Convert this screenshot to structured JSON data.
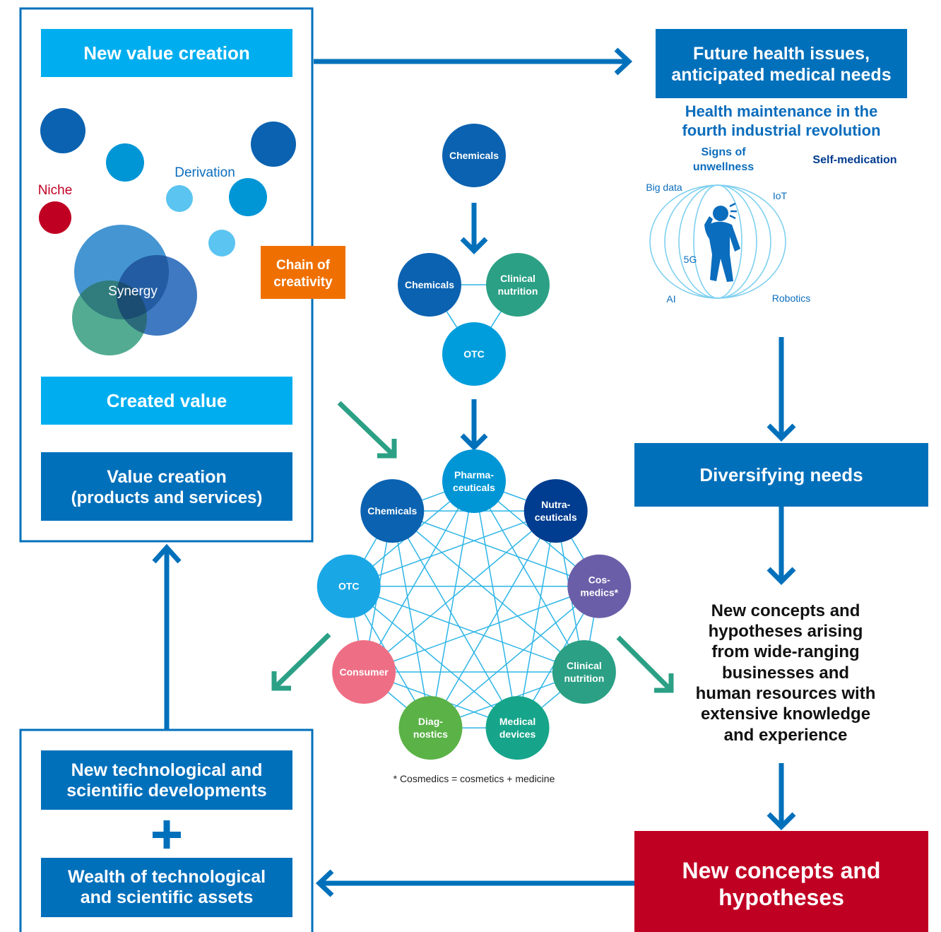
{
  "colors": {
    "blue": "#0070bb",
    "light_blue": "#00aeef",
    "mid_blue": "#009ddc",
    "dark_blue": "#0062b0",
    "red": "#c00023",
    "orange": "#ef7000",
    "teal": "#2ba085",
    "navy": "#003c8f",
    "purple": "#6a5ea8",
    "pink": "#ee6f85",
    "green": "#5bb247",
    "line_blue": "#2eb5e6",
    "text_blue": "#0b6dbd"
  },
  "left_panel": {
    "new_value_creation": "New value creation",
    "niche": "Niche",
    "derivation": "Derivation",
    "synergy": "Synergy",
    "chain_of_creativity": [
      "Chain of",
      "creativity"
    ],
    "created_value": "Created value",
    "value_creation": [
      "Value creation",
      "(products and services)"
    ]
  },
  "bottom_left": {
    "new_tech": [
      "New technological and",
      "scientific developments"
    ],
    "plus": "+",
    "wealth": [
      "Wealth of technological",
      "and scientific assets"
    ]
  },
  "right_panel": {
    "future_health": [
      "Future health issues,",
      "anticipated medical needs"
    ],
    "health_maintenance": [
      "Health maintenance in the",
      "fourth industrial revolution"
    ],
    "signs_of_unwellness": [
      "Signs of",
      "unwellness"
    ],
    "self_medication": "Self-medication",
    "tech_labels": {
      "big_data": "Big data",
      "iot": "IoT",
      "five_g": "5G",
      "ai": "AI",
      "robotics": "Robotics"
    },
    "diversifying_needs": "Diversifying needs",
    "new_concepts_text": [
      "New concepts and",
      "hypotheses arising",
      "from wide-ranging",
      "businesses and",
      "human resources with",
      "extensive knowledge",
      "and experience"
    ],
    "new_concepts_box": [
      "New concepts and",
      "hypotheses"
    ]
  },
  "center": {
    "top_node": "Chemicals",
    "triangle": {
      "chemicals": "Chemicals",
      "clinical": [
        "Clinical",
        "nutrition"
      ],
      "otc": "OTC"
    },
    "network_nodes": [
      {
        "label": [
          "Pharma-",
          "ceuticals"
        ],
        "color": "#0096d6"
      },
      {
        "label": [
          "Nutra-",
          "ceuticals"
        ],
        "color": "#003c8f"
      },
      {
        "label": [
          "Cos-",
          "medics*"
        ],
        "color": "#6a5ea8"
      },
      {
        "label": [
          "Clinical",
          "nutrition"
        ],
        "color": "#2ba085"
      },
      {
        "label": [
          "Medical",
          "devices"
        ],
        "color": "#16a58a"
      },
      {
        "label": [
          "Diag-",
          "nostics"
        ],
        "color": "#5bb247"
      },
      {
        "label": [
          "Consumer"
        ],
        "color": "#ee6f85"
      },
      {
        "label": [
          "OTC"
        ],
        "color": "#1aa7e6"
      },
      {
        "label": [
          "Chemicals"
        ],
        "color": "#0b62b0"
      }
    ],
    "footnote": "* Cosmedics = cosmetics + medicine"
  }
}
